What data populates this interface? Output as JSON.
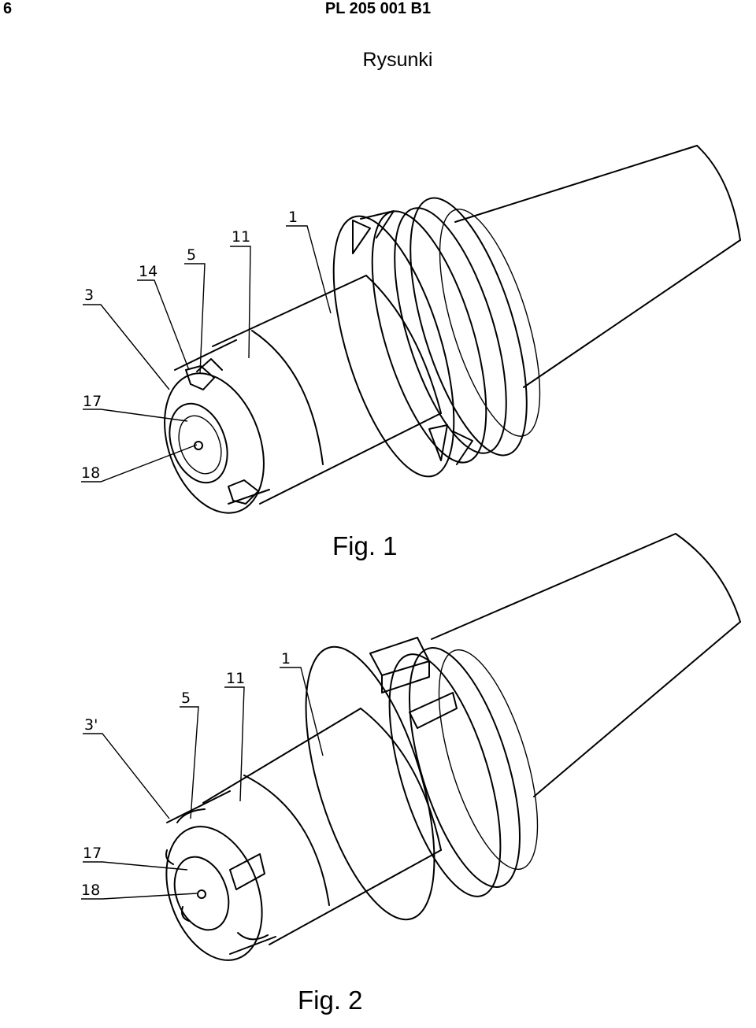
{
  "header": {
    "page_number": "6",
    "document_id": "PL 205 001 B1"
  },
  "section_title": "Rysunki",
  "fig1": {
    "caption": "Fig. 1",
    "labels": {
      "l1": "1",
      "l3": "3",
      "l5": "5",
      "l11": "11",
      "l14": "14",
      "l17": "17",
      "l18": "18"
    }
  },
  "fig2": {
    "caption": "Fig. 2",
    "labels": {
      "l1": "1",
      "l3p": "3'",
      "l5": "5",
      "l11": "11",
      "l17": "17",
      "l18": "18"
    }
  }
}
